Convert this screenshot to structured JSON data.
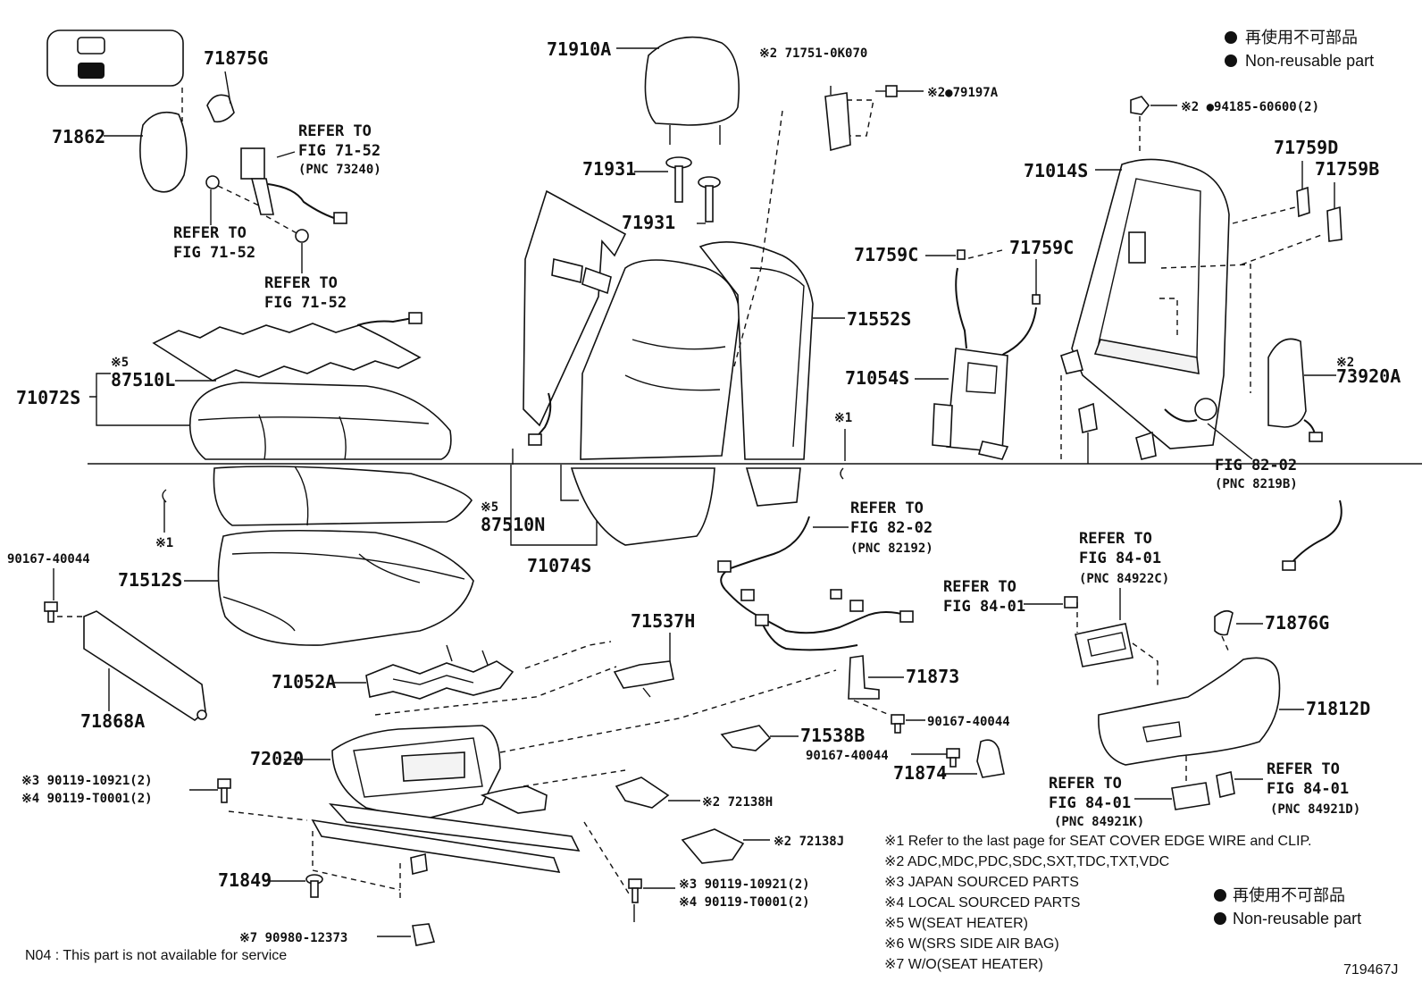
{
  "legend_top": {
    "jp": "再使用不可部品",
    "en": "Non-reusable part"
  },
  "legend_bottom": {
    "jp": "再使用不可部品",
    "en": "Non-reusable part"
  },
  "labels": {
    "p71875G": "71875G",
    "p71862": "71862",
    "refer_seatbelt_1": "REFER TO",
    "refer_seatbelt_2": "FIG 71-52",
    "refer_seatbelt_3": "(PNC 73240)",
    "refer_a_1": "REFER TO",
    "refer_a_2": "FIG 71-52",
    "refer_b_1": "REFER TO",
    "refer_b_2": "FIG 71-52",
    "m5_a": "※5",
    "p87510L": "87510L",
    "p71072S": "71072S",
    "p71910A": "71910A",
    "p71931a": "71931",
    "p71931b": "71931",
    "p71751": "※2 71751-0K070",
    "p79197A": "※2●79197A",
    "p94185": "※2 ●94185-60600(2)",
    "p71014S": "71014S",
    "p71759D": "71759D",
    "p71759B": "71759B",
    "p71759Ca": "71759C",
    "p71759Cb": "71759C",
    "p71552S": "71552S",
    "p71054S": "71054S",
    "m2_b": "※2",
    "p73920A": "73920A",
    "m1_a": "※1",
    "fig8202_cut": "FIG 82-02",
    "pnc8219B": "(PNC 8219B)",
    "m1_b": "※1",
    "m5_b": "※5",
    "p87510N": "87510N",
    "p71074S": "71074S",
    "p90167a": "90167-40044",
    "p71512S": "71512S",
    "refer_8202_1": "REFER TO",
    "refer_8202_2": "FIG 82-02",
    "refer_8202_3": "(PNC 82192)",
    "refer_8401a_1": "REFER TO",
    "refer_8401a_2": "FIG 84-01",
    "refer_8401a_3": "(PNC 84922C)",
    "refer_8401b_1": "REFER TO",
    "refer_8401b_2": "FIG 84-01",
    "p71537H": "71537H",
    "p71876G": "71876G",
    "p71052A": "71052A",
    "p71873": "71873",
    "p71868A": "71868A",
    "p72020": "72020",
    "p90167b": "90167-40044",
    "p71538B": "71538B",
    "p71812D": "71812D",
    "p90167c": "90167-40044",
    "p71874": "71874",
    "refer_8401c_1": "REFER TO",
    "refer_8401c_2": "FIG 84-01",
    "refer_8401c_3": "(PNC 84921D)",
    "refer_8401d_1": "REFER TO",
    "refer_8401d_2": "FIG 84-01",
    "refer_8401d_3": "(PNC 84921K)",
    "p90119a_1": "※3 90119-10921(2)",
    "p90119a_2": "※4 90119-T0001(2)",
    "p72138H": "※2 72138H",
    "p72138J": "※2 72138J",
    "p71849": "71849",
    "p90119b_1": "※3 90119-10921(2)",
    "p90119b_2": "※4 90119-T0001(2)",
    "p90980": "※7 90980-12373",
    "footer_note": "N04 : This part is not available for service",
    "figure_id": "719467J"
  },
  "notes": [
    "※1  Refer to the last page for SEAT COVER EDGE WIRE and CLIP.",
    "※2  ADC,MDC,PDC,SDC,SXT,TDC,TXT,VDC",
    "※3  JAPAN SOURCED PARTS",
    "※4  LOCAL SOURCED PARTS",
    "※5  W(SEAT HEATER)",
    "※6  W(SRS SIDE AIR BAG)",
    "※7  W/O(SEAT HEATER)"
  ]
}
